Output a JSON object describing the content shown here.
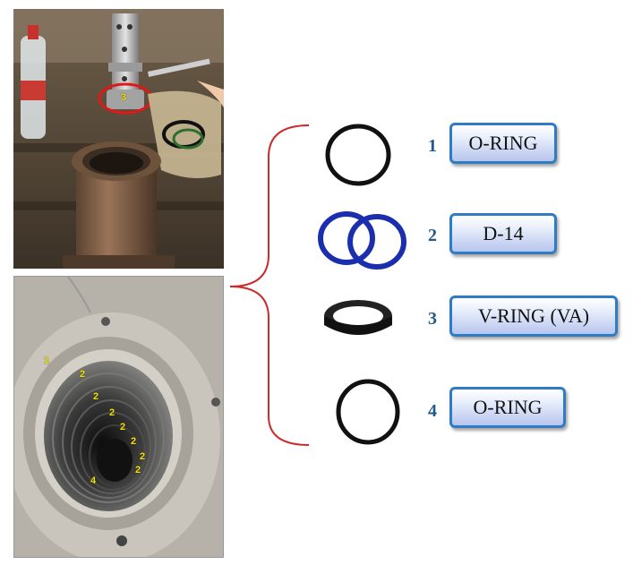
{
  "callouts": {
    "top_photo": [
      "3"
    ],
    "bottom_photo": [
      "1",
      "2",
      "2",
      "2",
      "2",
      "2",
      "2",
      "2",
      "4"
    ]
  },
  "seals": [
    {
      "number": "1",
      "label": "O-RING",
      "icon": "o-ring-icon"
    },
    {
      "number": "2",
      "label": "D-14",
      "icon": "double-ring-icon"
    },
    {
      "number": "3",
      "label": "V-RING (VA)",
      "icon": "v-ring-icon"
    },
    {
      "number": "4",
      "label": "O-RING",
      "icon": "o-ring-icon"
    }
  ],
  "colors": {
    "box_border": "#2f7cc4",
    "number": "#1f5a8a",
    "brace": "#cc2b2b",
    "callout": "#f5e400",
    "blue_ring": "#1b2fae"
  }
}
